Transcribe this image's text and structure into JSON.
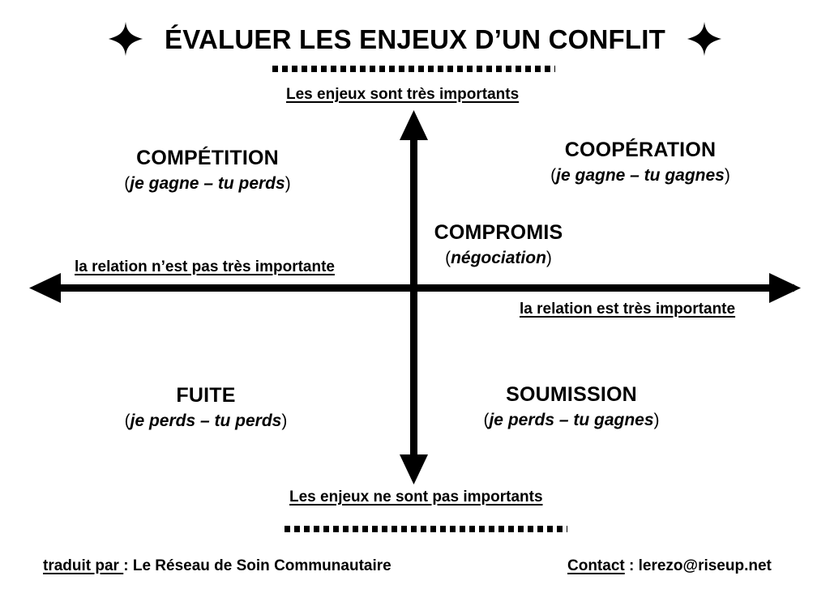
{
  "poster": {
    "title": "ÉVALUER LES ENJEUX D’UN CONFLIT",
    "star_icon_left": "four-pointed-star",
    "star_icon_right": "four-pointed-star",
    "background_color": "#ffffff",
    "ink_color": "#000000"
  },
  "axes": {
    "vertical": {
      "top_label": "Les enjeux sont très importants",
      "bottom_label": "Les enjeux ne sont pas importants"
    },
    "horizontal": {
      "left_label": "la relation n’est pas très importante",
      "right_label": "la relation est très importante"
    }
  },
  "quadrants": [
    {
      "key": "competition",
      "heading": "COMPÉTITION",
      "sub_open": "(",
      "sub_emphasis": "je gagne – tu perds",
      "sub_close": ")"
    },
    {
      "key": "cooperation",
      "heading": "COOPÉRATION",
      "sub_open": "(",
      "sub_emphasis": "je gagne – tu gagnes",
      "sub_close": ")"
    },
    {
      "key": "compromis",
      "heading": "COMPROMIS",
      "sub_open": "(",
      "sub_emphasis": "négociation",
      "sub_close": ")"
    },
    {
      "key": "fuite",
      "heading": "FUITE",
      "sub_open": "(",
      "sub_emphasis": "je perds – tu perds",
      "sub_close": ")"
    },
    {
      "key": "soumission",
      "heading": "SOUMISSION",
      "sub_open": "(",
      "sub_emphasis": "je perds – tu gagnes",
      "sub_close": ")"
    }
  ],
  "footer": {
    "translator_label": "traduit  par ",
    "translator_separator": ": ",
    "translator_value": "Le Réseau de Soin Communautaire",
    "contact_label": "Contact",
    "contact_separator": " : ",
    "contact_value": "lerezo@riseup.net"
  }
}
